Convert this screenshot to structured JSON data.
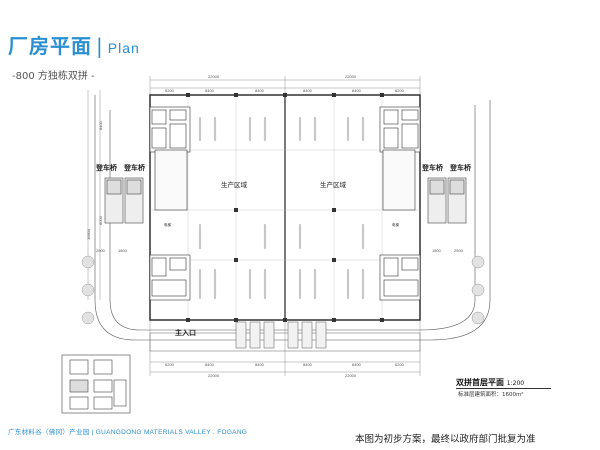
{
  "header": {
    "title_cn": "厂房平面",
    "separator": "|",
    "title_en": "Plan",
    "subtitle": "-800 方独栋双拼 -"
  },
  "plan": {
    "dims_top_total": [
      "22000",
      "22000"
    ],
    "dims_top_segments": [
      "6200",
      "8400",
      "8400",
      "8400",
      "8400",
      "6200"
    ],
    "dims_bottom_segments": [
      "6200",
      "8400",
      "8400",
      "8400",
      "8400",
      "6200"
    ],
    "dims_bottom_total": [
      "22000",
      "22000"
    ],
    "dims_left": [
      "8400",
      "8000",
      "16800"
    ],
    "dims_side": [
      "2500",
      "1800",
      "1800",
      "2500"
    ],
    "dock_labels": [
      "登车桥",
      "登车桥",
      "登车桥",
      "登车桥"
    ],
    "zone_labels": [
      "生产区域",
      "生产区域"
    ],
    "entrance_label": "主入口",
    "room_small": [
      "电梯",
      "电梯"
    ]
  },
  "legend": {
    "plan_title": "双拼首层平面",
    "scale": "1:200",
    "area_text": "标准层建筑面积：1600m²"
  },
  "footer": {
    "left": "广东材料谷（佛冈）产业园 | GUANGDONG MATERIALS VALLEY . FOGANG",
    "right": "本图为初步方案，最终以政府部门批复为准"
  },
  "colors": {
    "accent": "#2a8fd0",
    "line": "#333333",
    "fill_gray": "#e6e6e6"
  }
}
